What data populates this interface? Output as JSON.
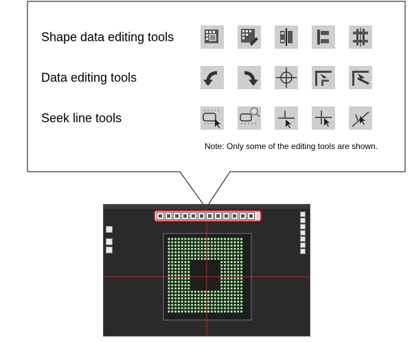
{
  "callout": {
    "rows": [
      {
        "label": "Shape data editing tools",
        "icons": [
          "grid-add-icon",
          "grid-edit-icon",
          "split-vertical-icon",
          "align-left-icon",
          "center-align-icon"
        ]
      },
      {
        "label": "Data editing tools",
        "icons": [
          "rotate-left-icon",
          "rotate-right-icon",
          "crosshair-icon",
          "corner-arrow-icon",
          "corner-diagonal-icon"
        ]
      },
      {
        "label": "Seek line tools",
        "icons": [
          "select-rect-icon",
          "select-zoom-icon",
          "seek-vertical-icon",
          "seek-horizontal-icon",
          "seek-diagonal-icon"
        ]
      }
    ],
    "note": "Note: Only some of the editing tools are shown."
  },
  "app": {
    "toolbar_icons": [
      "list-icon",
      "copy-icon",
      "grid-icon",
      "pattern-icon",
      "grid-edit-icon",
      "split-icon",
      "corner-arrow-icon",
      "corner-diagonal-icon",
      "rotate-left-icon",
      "rotate-right-icon",
      "crosshair-icon",
      "hand-icon"
    ],
    "left_tools": [
      "grid-icon",
      "pattern-icon",
      "pattern-alt-icon"
    ],
    "right_tools": [
      "zoom-in-icon",
      "zoom-out-icon",
      "zoom-fit-icon",
      "zoom-area-icon",
      "layers-icon",
      "view-icon",
      "export-icon"
    ],
    "colors": {
      "crosshair": "#d02020",
      "dot": "#a8f0a0",
      "background": "#2a2a2a",
      "toolbar_border": "#e02020"
    }
  }
}
